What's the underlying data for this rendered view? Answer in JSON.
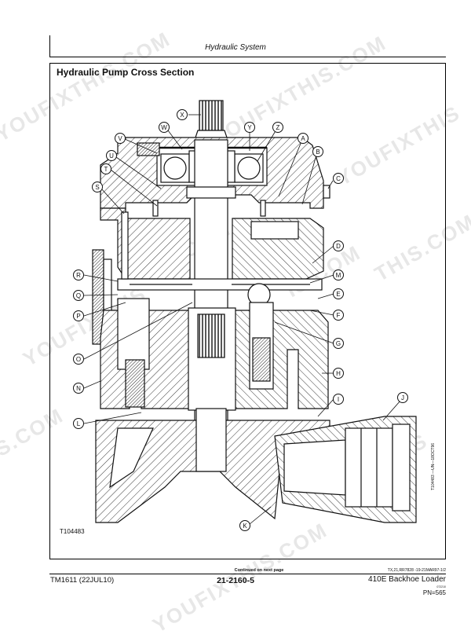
{
  "header": {
    "title": "Hydraulic System"
  },
  "section": {
    "title": "Hydraulic Pump Cross Section"
  },
  "figure": {
    "ref": "T104483",
    "side_ref": "T104483 —UN—18OCT96",
    "callouts": [
      "X",
      "W",
      "Y",
      "Z",
      "V",
      "U",
      "A",
      "B",
      "T",
      "C",
      "S",
      "D",
      "R",
      "M",
      "Q",
      "E",
      "P",
      "F",
      "G",
      "O",
      "H",
      "N",
      "I",
      "J",
      "L",
      "K"
    ]
  },
  "footer": {
    "continued": "Continued on next page",
    "source_code": "TX,21,RR7828 -19-21MAR97-1/2",
    "manual_code": "TM1611 (22JUL10)",
    "page_number": "21-2160-5",
    "machine": "410E Backhoe Loader",
    "tiny_code": "072210",
    "pn": "PN=565"
  },
  "watermarks": [
    "YOUFIXTHIS.COM",
    "YOUFIXTHIS.COM",
    "YOUFIXTHIS",
    "IS.COM",
    "THIS.COM",
    "YOUFIXTHIS",
    "YOUF",
    "S.COM",
    "HIS.COM",
    "COM",
    "THIS",
    "YOUFIXTHIS.COM"
  ]
}
